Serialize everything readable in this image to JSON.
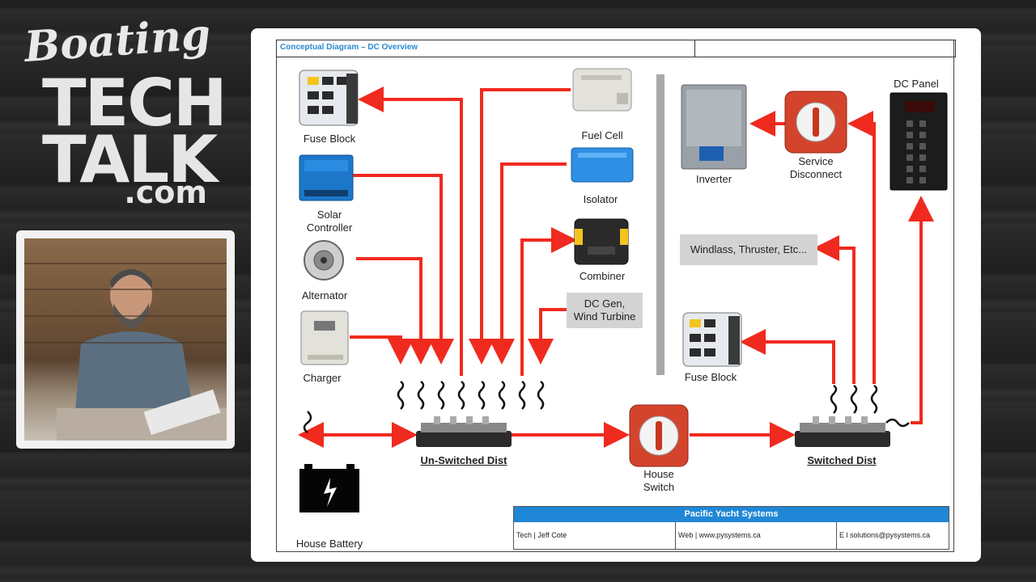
{
  "brand": {
    "line1": "Boating",
    "line2": "TECH",
    "line3": "TALK",
    "line4": ".com"
  },
  "sheet": {
    "title": "Conceptual Diagram – DC Overview"
  },
  "components": {
    "fuse_block_left": "Fuse Block",
    "solar_controller_1": "Solar",
    "solar_controller_2": "Controller",
    "alternator": "Alternator",
    "charger": "Charger",
    "house_battery": "House Battery",
    "fuel_cell": "Fuel Cell",
    "isolator": "Isolator",
    "combiner": "Combiner",
    "dc_gen_1": "DC Gen,",
    "dc_gen_2": "Wind Turbine",
    "unswitched_dist": "Un-Switched Dist",
    "house_switch_1": "House",
    "house_switch_2": "Switch",
    "switched_dist": "Switched Dist",
    "inverter": "Inverter",
    "service_disconnect_1": "Service",
    "service_disconnect_2": "Disconnect",
    "dc_panel": "DC Panel",
    "windlass": "Windlass, Thruster, Etc...",
    "fuse_block_right": "Fuse Block"
  },
  "footer": {
    "company": "Pacific Yacht Systems",
    "tech": "Tech | Jeff Cote",
    "web": "Web | www.pysystems.ca",
    "email": "E l solutions@pysystems.ca"
  },
  "colors": {
    "wire": "#f02a1e",
    "accent": "#1f87d6",
    "panel_grey": "#d3d3d3"
  }
}
